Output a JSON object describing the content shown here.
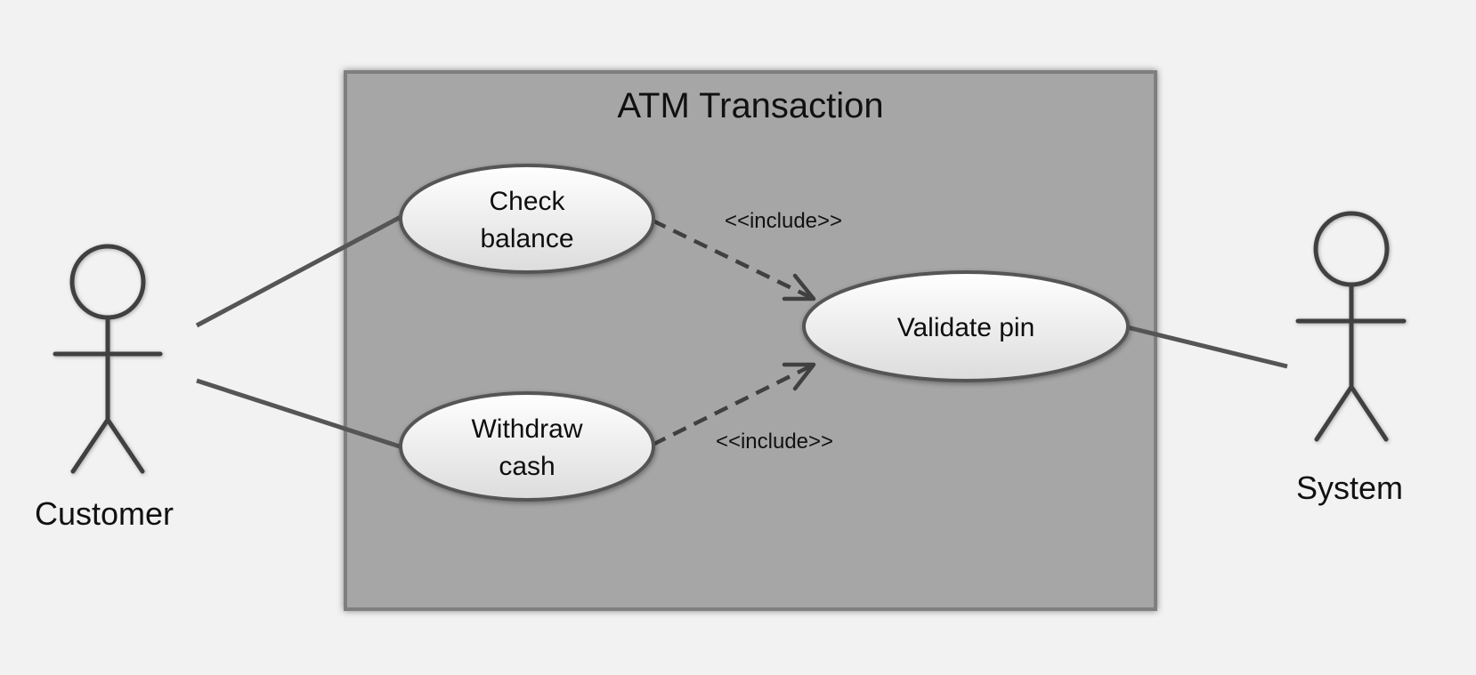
{
  "system": {
    "title": "ATM Transaction"
  },
  "actors": {
    "customer": {
      "label": "Customer"
    },
    "system": {
      "label": "System"
    }
  },
  "use_cases": {
    "check_balance": {
      "line1": "Check",
      "line2": "balance"
    },
    "withdraw_cash": {
      "line1": "Withdraw",
      "line2": "cash"
    },
    "validate_pin": {
      "label": "Validate pin"
    }
  },
  "relationships": {
    "include_1": {
      "label": "<<include>>",
      "from": "Check balance",
      "to": "Validate pin"
    },
    "include_2": {
      "label": "<<include>>",
      "from": "Withdraw cash",
      "to": "Validate pin"
    }
  },
  "colors": {
    "background": "#f2f2f2",
    "system_box": "#a6a6a6",
    "system_border": "#7f7f7f",
    "line": "#555555",
    "usecase_top": "#ffffff",
    "usecase_bottom": "#dcdcdc"
  }
}
